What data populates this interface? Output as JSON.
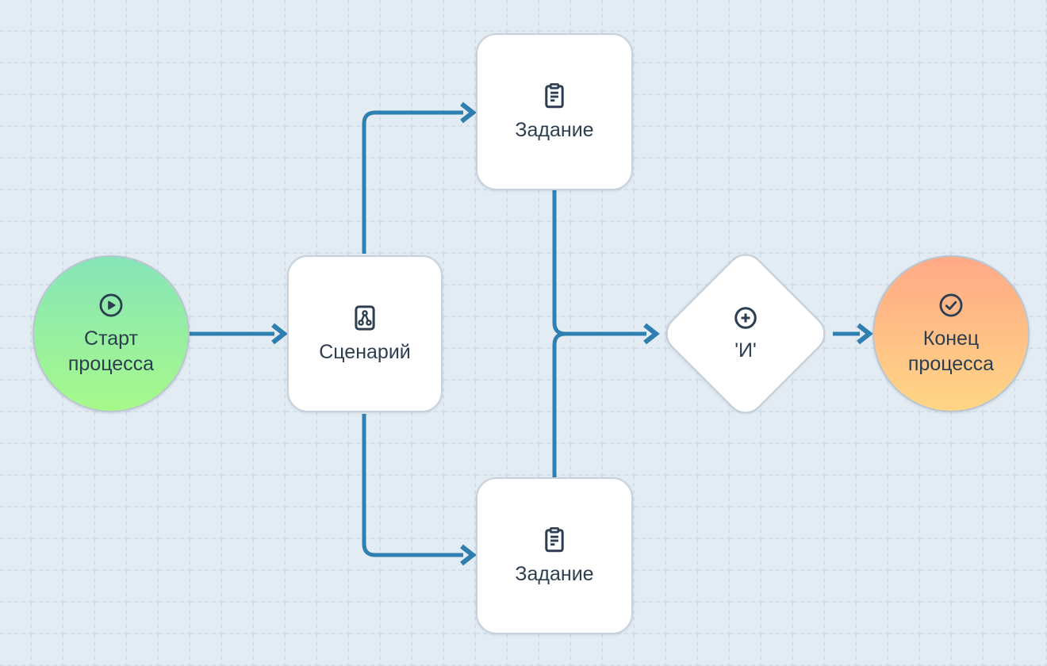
{
  "canvas": {
    "background_color": "#e3ecf3",
    "grid_line_color": "#d2dee8"
  },
  "ink_color": "#2c3e50",
  "edge_color": "#2f7fb1",
  "nodes": {
    "start": {
      "type": "start-event",
      "label": "Старт процесса",
      "icon": "play-circle-icon",
      "color_top": "#86e5b8",
      "color_bottom": "#a7f98a"
    },
    "scenario": {
      "type": "task",
      "label": "Сценарий",
      "icon": "sitemap-icon"
    },
    "task_top": {
      "type": "task",
      "label": "Задание",
      "icon": "clipboard-list-icon"
    },
    "task_bottom": {
      "type": "task",
      "label": "Задание",
      "icon": "clipboard-list-icon"
    },
    "gateway": {
      "type": "parallel-gateway",
      "label": "'И'",
      "icon": "plus-circle-icon"
    },
    "end": {
      "type": "end-event",
      "label": "Конец процесса",
      "icon": "check-circle-icon",
      "color_top": "#ffa987",
      "color_bottom": "#ffd685"
    }
  },
  "edges": [
    {
      "from": "start",
      "to": "scenario"
    },
    {
      "from": "scenario",
      "to": "task_top"
    },
    {
      "from": "scenario",
      "to": "task_bottom"
    },
    {
      "from": "task_top",
      "to": "gateway"
    },
    {
      "from": "task_bottom",
      "to": "gateway"
    },
    {
      "from": "gateway",
      "to": "end"
    }
  ]
}
